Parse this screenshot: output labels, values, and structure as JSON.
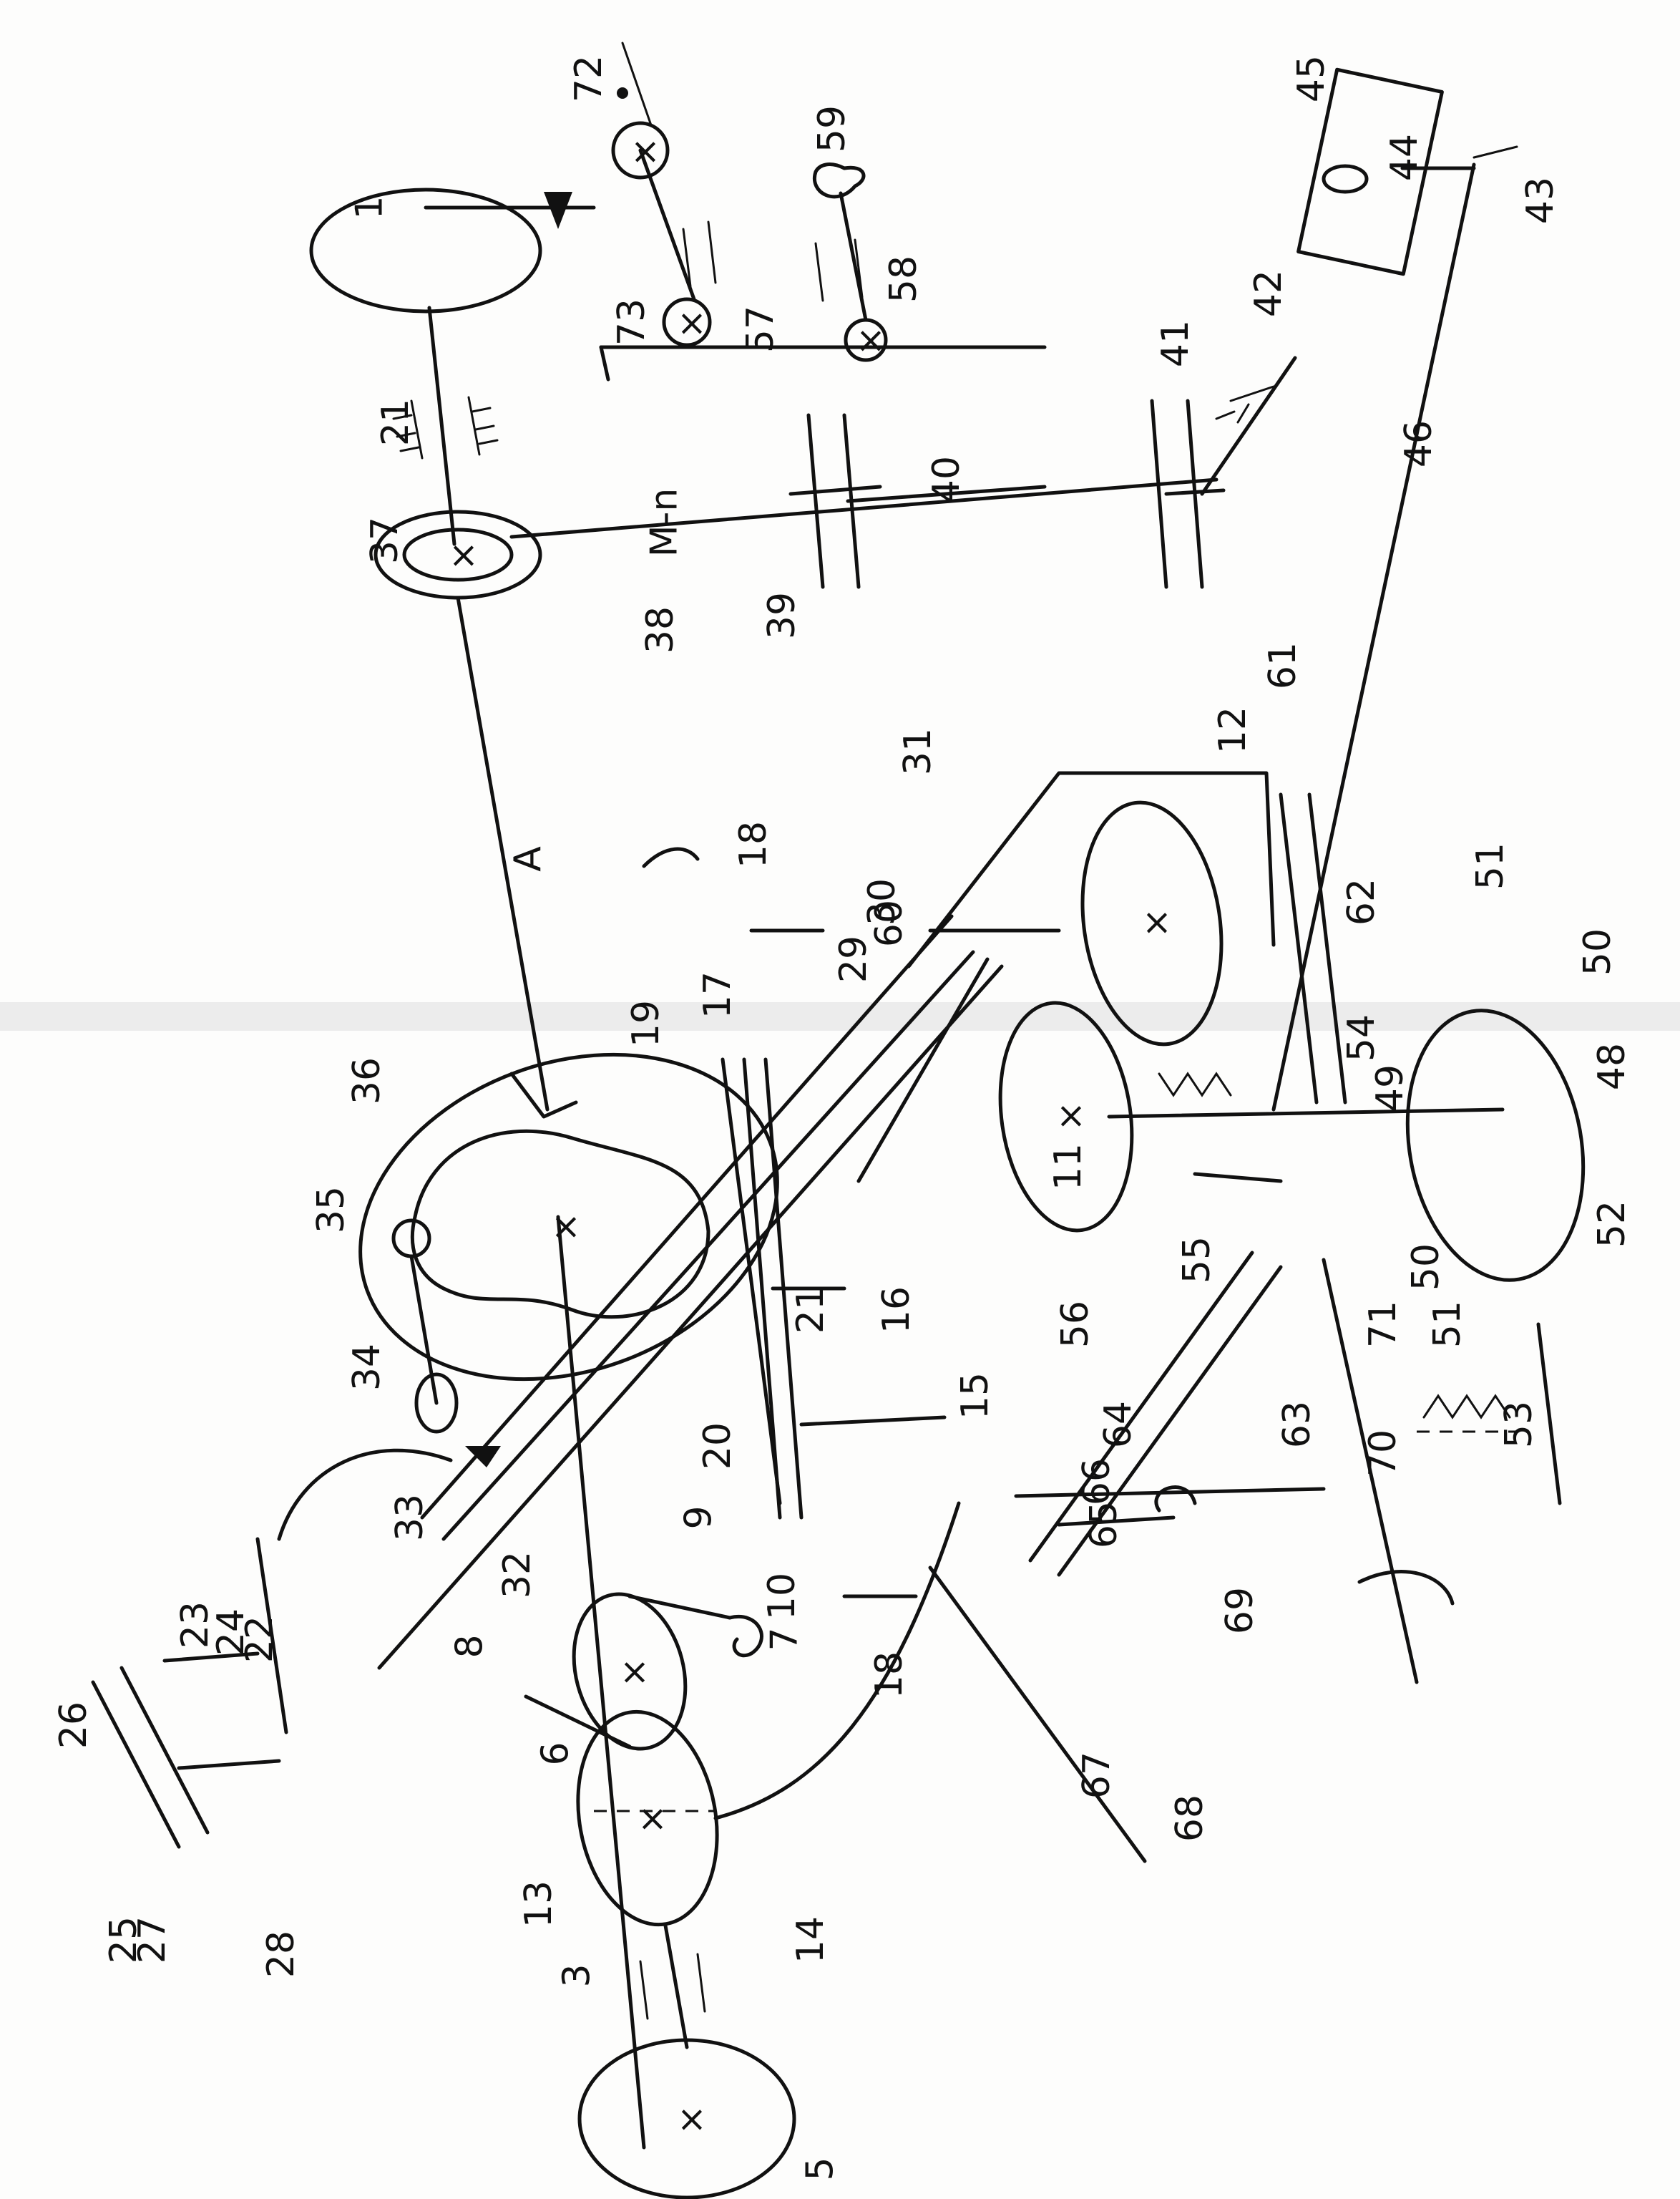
{
  "labels": [
    "1",
    "21",
    "37",
    "38",
    "39",
    "40",
    "41",
    "42",
    "73",
    "57",
    "72",
    "58",
    "59",
    "45",
    "44",
    "43",
    "46",
    "M-n",
    "A",
    "12",
    "61",
    "62",
    "60",
    "31",
    "30",
    "29",
    "18",
    "17",
    "19",
    "36",
    "35",
    "34",
    "33",
    "32",
    "9",
    "20",
    "21",
    "16",
    "15",
    "18",
    "10",
    "7",
    "8",
    "6",
    "13",
    "14",
    "3",
    "5",
    "22",
    "23",
    "24",
    "26",
    "25",
    "27",
    "28",
    "51",
    "50",
    "48",
    "52",
    "50",
    "51",
    "53",
    "49",
    "54",
    "55",
    "56",
    "11",
    "65",
    "66",
    "64",
    "63",
    "71",
    "70",
    "69",
    "67",
    "68"
  ]
}
